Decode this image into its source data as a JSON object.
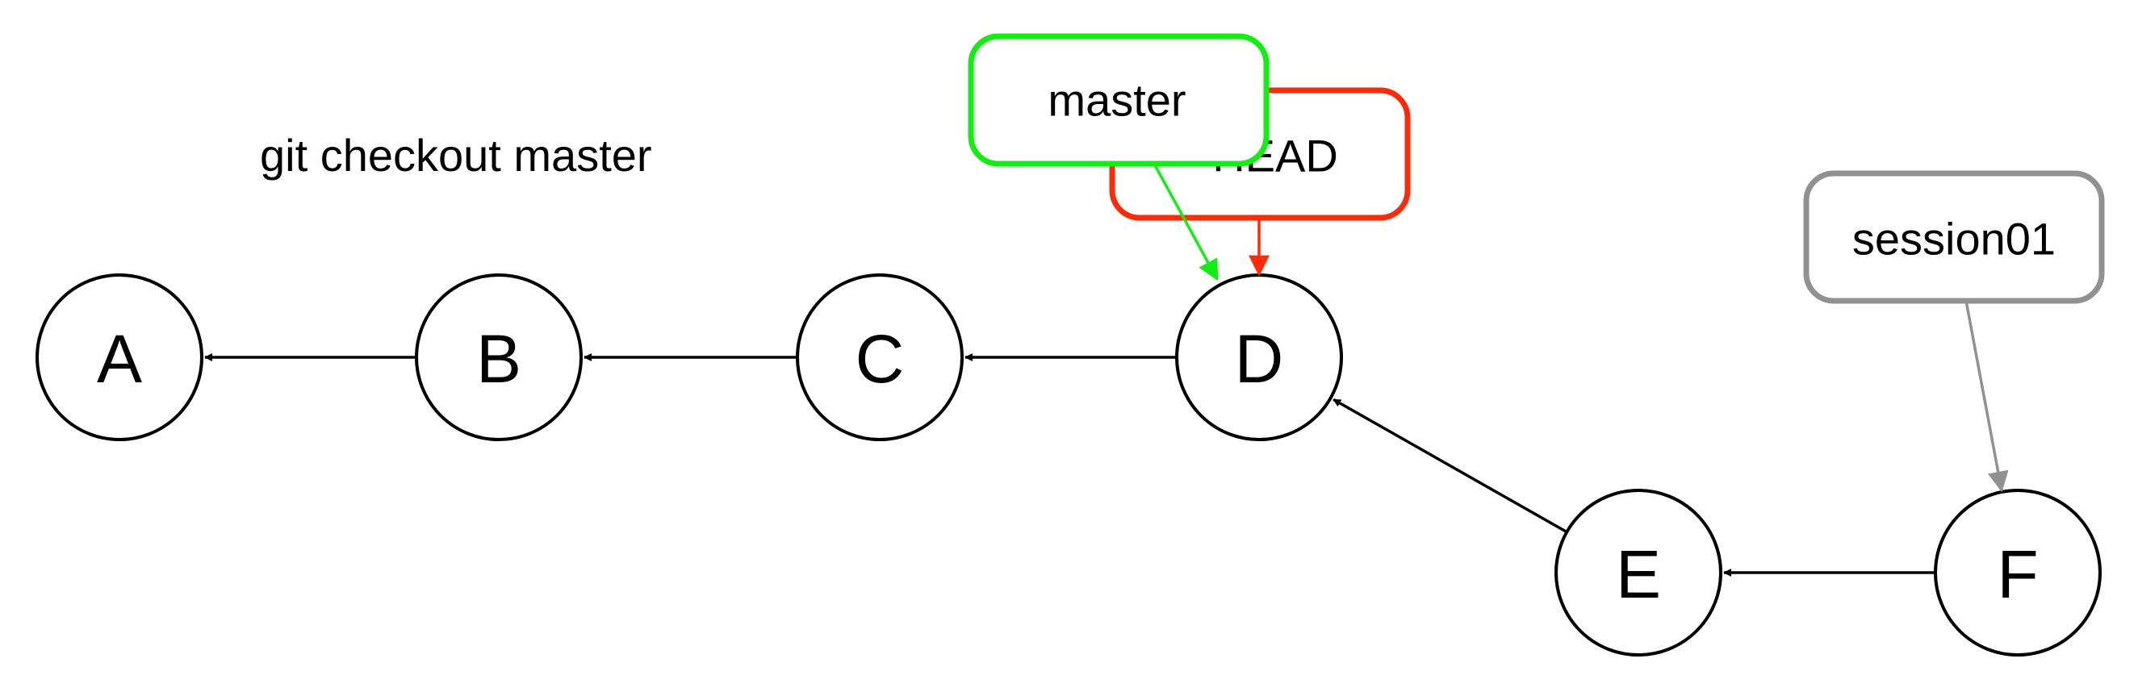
{
  "caption": "git checkout master",
  "commits": [
    {
      "id": "A",
      "label": "A"
    },
    {
      "id": "B",
      "label": "B"
    },
    {
      "id": "C",
      "label": "C"
    },
    {
      "id": "D",
      "label": "D"
    },
    {
      "id": "E",
      "label": "E"
    },
    {
      "id": "F",
      "label": "F"
    }
  ],
  "parent_edges": [
    {
      "from": "B",
      "to": "A"
    },
    {
      "from": "C",
      "to": "B"
    },
    {
      "from": "D",
      "to": "C"
    },
    {
      "from": "E",
      "to": "D"
    },
    {
      "from": "F",
      "to": "E"
    }
  ],
  "refs": [
    {
      "id": "HEAD",
      "label": "HEAD",
      "points_to": "D",
      "color": "#ff2a0a"
    },
    {
      "id": "master",
      "label": "master",
      "points_to": "D",
      "color": "#11ee11"
    },
    {
      "id": "session01",
      "label": "session01",
      "points_to": "F",
      "color": "#919191"
    }
  ],
  "colors": {
    "commit_stroke": "#000000",
    "edge": "#000000",
    "background": "#ffffff"
  }
}
